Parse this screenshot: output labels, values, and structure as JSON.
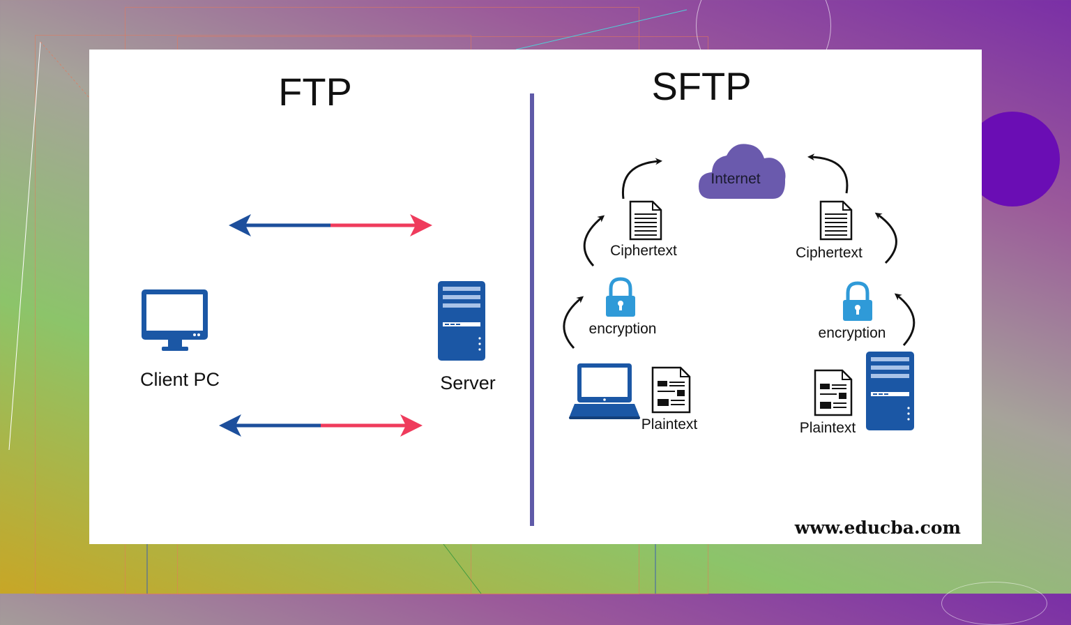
{
  "ftp": {
    "title": "FTP",
    "client_label": "Client PC",
    "server_label": "Server"
  },
  "sftp": {
    "title": "SFTP",
    "cloud_label": "Internet",
    "left": {
      "ciphertext_label": "Ciphertext",
      "encryption_label": "encryption",
      "plaintext_label": "Plaintext"
    },
    "right": {
      "ciphertext_label": "Ciphertext",
      "encryption_label": "encryption",
      "plaintext_label": "Plaintext"
    }
  },
  "watermark": "www.educba.com",
  "colors": {
    "arrow_blue": "#1d4f9c",
    "arrow_red": "#ef3b5c",
    "icon_blue": "#1b57a5",
    "divider": "#5f5aa8",
    "cloud": "#6a5aad",
    "lock": "#2f9ad8"
  }
}
